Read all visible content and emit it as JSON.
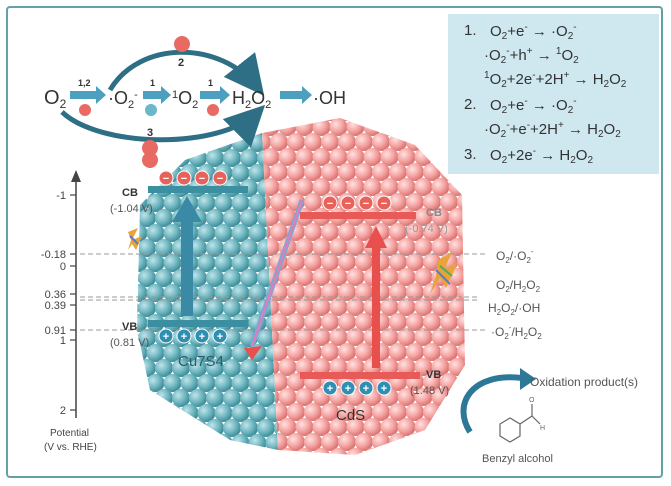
{
  "diagram": {
    "pathway": {
      "species": [
        "O2",
        "·O2-",
        "1O2",
        "H2O2",
        "·OH"
      ],
      "arrow_labels": [
        "1,2",
        "1",
        "1"
      ],
      "upper_route": "2",
      "lower_route": "3"
    },
    "reactions": [
      {
        "num": "1.",
        "lines": [
          "O2+e- → ·O2-",
          "·O2-+h+ → 1O2",
          "1O2+2e-+2H+ → H2O2"
        ]
      },
      {
        "num": "2.",
        "lines": [
          "O2+e- → ·O2-",
          "·O2-+e-+2H+ → H2O2"
        ]
      },
      {
        "num": "3.",
        "lines": [
          "O2+2e- → H2O2"
        ]
      }
    ],
    "axis": {
      "ticks": [
        "-1",
        "-0.18",
        "0",
        "0.36",
        "0.39",
        "0.91",
        "1",
        "2"
      ],
      "label_line1": "Potential",
      "label_line2": "(V vs. RHE)"
    },
    "levels": [
      "O2/·O2-",
      "O2/H2O2",
      "H2O2/·OH",
      "·O2-/H2O2"
    ],
    "cu7s4": {
      "name": "Cu7S4",
      "cb_label": "CB",
      "cb_value": "(-1.04 V)",
      "vb_label": "VB",
      "vb_value": "(0.81 V)"
    },
    "cds": {
      "name": "CdS",
      "cb_label": "CB",
      "cb_value": "(-0.74 V)",
      "vb_label": "VB",
      "vb_value": "(1.48 V)"
    },
    "oxidation_product": "Oxidation product(s)",
    "substrate": "Benzyl alcohol",
    "colors": {
      "teal": "#5fa9b3",
      "salmon": "#f08c8c",
      "red": "#e8625c",
      "blue": "#2f7fa0",
      "panel": "#cfe7ef",
      "frame": "#5fa3a7"
    }
  }
}
